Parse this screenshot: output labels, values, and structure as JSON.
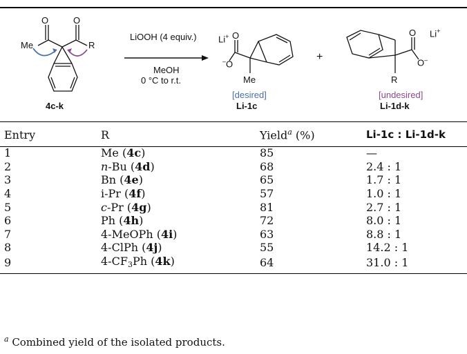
{
  "scheme": {
    "reactant_label": "4c-k",
    "reactant_me": "Me",
    "reactant_r": "R",
    "reagent": "LiOOH (4 equiv.)",
    "solvent": "MeOH",
    "conditions": "0 °C to r.t.",
    "plus": "+",
    "product1_me": "Me",
    "product1_tag": "[desired]",
    "product1_label": "Li-1c",
    "product2_r": "R",
    "product2_tag": "[undesired]",
    "product2_label": "Li-1d-k",
    "atom_li": "Li",
    "atom_o": "O",
    "charge_plus": "+",
    "charge_minus": "–",
    "colors": {
      "blue_arrow": "#4a6fa5",
      "purple_arrow": "#8a4a8a",
      "tag_desired": "#4a6fa5",
      "tag_undesired": "#8a4a8a"
    }
  },
  "table": {
    "headers": {
      "entry": "Entry",
      "r": "R",
      "yield": "Yield",
      "yield_sup": "a",
      "yield_unit": " (%)",
      "ratio": "Li-1c : Li-1d-k"
    },
    "rows": [
      {
        "entry": "1",
        "r_pre": "Me (",
        "r_bold": "4c",
        "r_post": ")",
        "yield": "85",
        "ratio": "—"
      },
      {
        "entry": "2",
        "r_it": "n",
        "r_pre": "-Bu (",
        "r_bold": "4d",
        "r_post": ")",
        "yield": "68",
        "ratio": "2.4 : 1"
      },
      {
        "entry": "3",
        "r_pre": "Bn (",
        "r_bold": "4e",
        "r_post": ")",
        "yield": "65",
        "ratio": "1.7 : 1"
      },
      {
        "entry": "4",
        "r_pre": "i-Pr (",
        "r_bold": "4f",
        "r_post": ")",
        "yield": "57",
        "ratio": "1.0 : 1"
      },
      {
        "entry": "5",
        "r_it": "c",
        "r_pre": "-Pr (",
        "r_bold": "4g",
        "r_post": ")",
        "yield": "81",
        "ratio": "2.7 : 1"
      },
      {
        "entry": "6",
        "r_pre": "Ph (",
        "r_bold": "4h",
        "r_post": ")",
        "yield": "72",
        "ratio": "8.0 : 1"
      },
      {
        "entry": "7",
        "r_pre": "4-MeOPh (",
        "r_bold": "4i",
        "r_post": ")",
        "yield": "63",
        "ratio": "8.8 : 1"
      },
      {
        "entry": "8",
        "r_pre": "4-ClPh (",
        "r_bold": "4j",
        "r_post": ")",
        "yield": "55",
        "ratio": "14.2 : 1"
      },
      {
        "entry": "9",
        "r_pre": "4-CF",
        "r_sub": "3",
        "r_pre2": "Ph (",
        "r_bold": "4k",
        "r_post": ")",
        "yield": "64",
        "ratio": "31.0 : 1"
      }
    ]
  },
  "footnote": {
    "marker": "a",
    "text": " Combined yield of the isolated products."
  }
}
